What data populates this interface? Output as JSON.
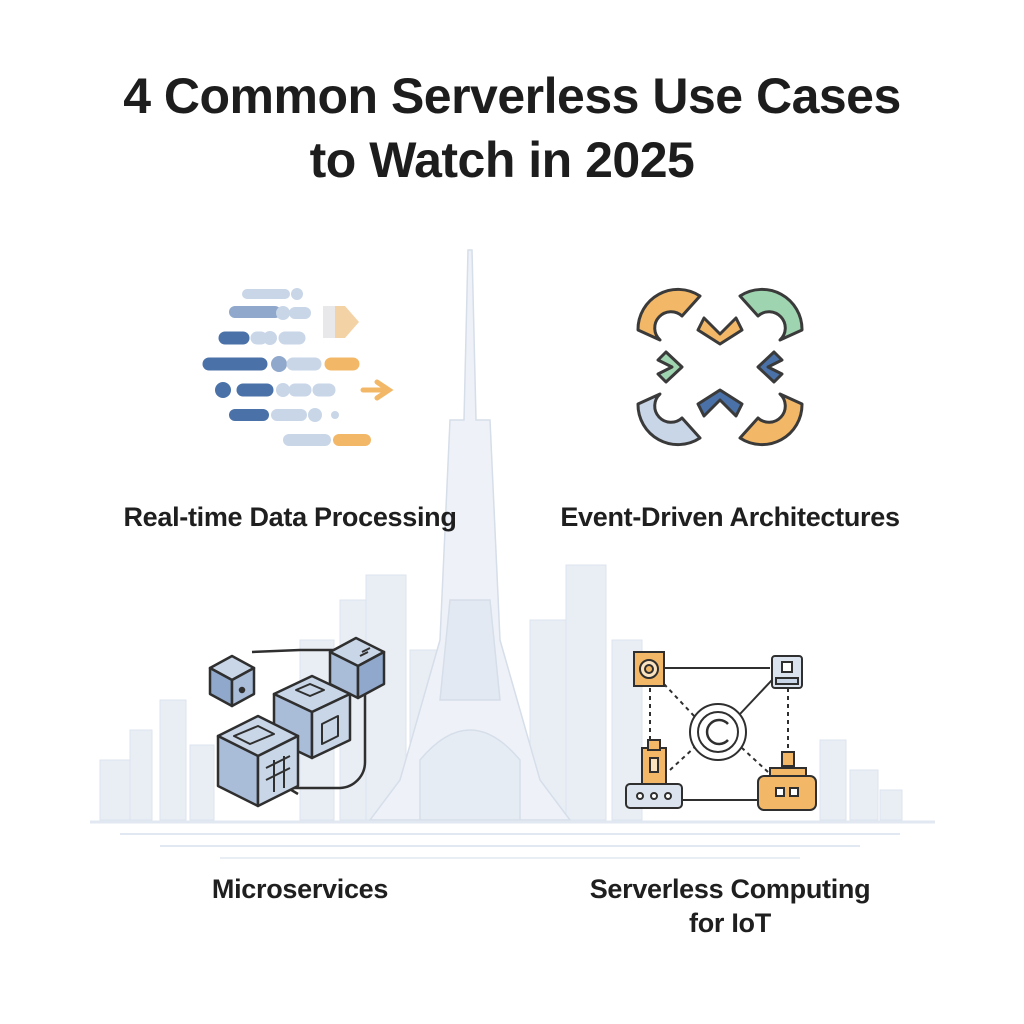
{
  "title": {
    "line1": "4 Common Serverless Use Cases",
    "line2": "to Watch in 2025"
  },
  "use_cases": [
    {
      "label": "Real-time Data Processing",
      "icon": "data-stream-icon"
    },
    {
      "label": "Event-Driven Architectures",
      "icon": "interlocking-arcs-icon"
    },
    {
      "label": "Microservices",
      "icon": "connected-cubes-icon"
    },
    {
      "label_line1": "Serverless Computing",
      "label_line2": "for IoT",
      "icon": "iot-device-network-icon"
    }
  ],
  "colors": {
    "text": "#1f1f1f",
    "blue_dark": "#4a72a8",
    "blue_mid": "#8fa8cc",
    "blue_light": "#c9d6e8",
    "orange": "#f3b867",
    "green": "#9fd4b1",
    "skyline": "#e6ebf3"
  }
}
